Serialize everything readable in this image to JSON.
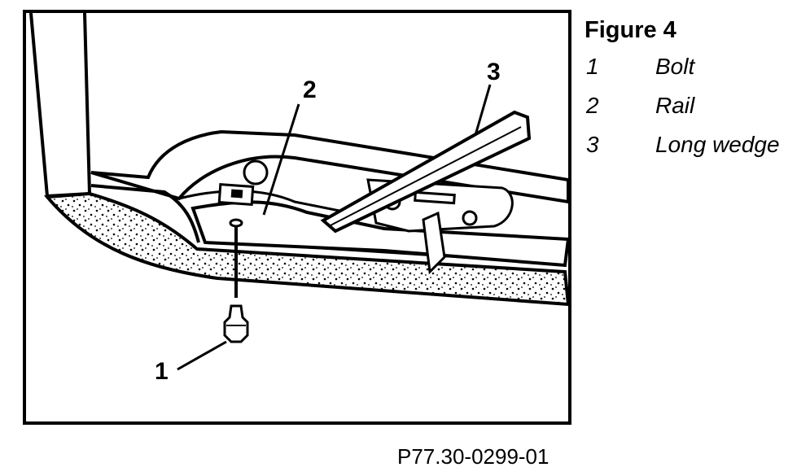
{
  "figure": {
    "title": "Figure 4",
    "code": "P77.30-0299-01",
    "callouts": [
      {
        "number": "1",
        "label": "Bolt"
      },
      {
        "number": "2",
        "label": "Rail"
      },
      {
        "number": "3",
        "label": "Long wedge"
      }
    ]
  }
}
